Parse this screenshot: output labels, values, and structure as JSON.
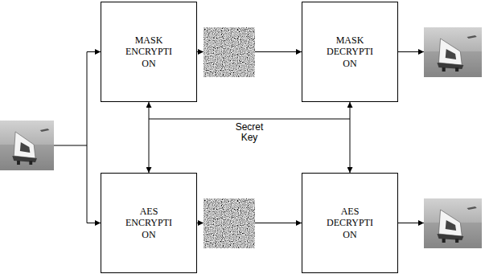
{
  "diagram": {
    "nodes": [
      {
        "text": [
          "MASK ENCRYPTI ON"
        ]
      },
      {
        "text": [
          "MASK DECRYPTI ON"
        ]
      },
      {
        "text": [
          "AES ENCRYPTI ON"
        ]
      },
      {
        "text": [
          "AES DECRYPTI ON"
        ]
      }
    ],
    "edges": [
      {
        "from": 0,
        "to": 1,
        "arrow": "to"
      },
      {
        "from": 2,
        "to": 3,
        "arrow": "to"
      },
      {
        "from": 0,
        "to": 2,
        "arrow": "both"
      },
      {
        "from": 1,
        "to": 3,
        "arrow": "both"
      }
    ],
    "labels": [
      "Secret Key"
    ]
  }
}
